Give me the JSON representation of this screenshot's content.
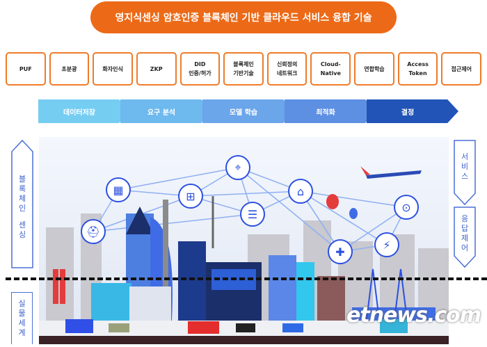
{
  "title": "영지식센싱 암호인증 블록체인 기반 클라우드 서비스 융합 기술",
  "tech_boxes": [
    {
      "line1": "PUF",
      "line2": ""
    },
    {
      "line1": "초분광",
      "line2": ""
    },
    {
      "line1": "화자인식",
      "line2": ""
    },
    {
      "line1": "ZKP",
      "line2": ""
    },
    {
      "line1": "DID",
      "line2": "인증/허가"
    },
    {
      "line1": "블록체인",
      "line2": "기반기술"
    },
    {
      "line1": "신뢰정의",
      "line2": "네트워크"
    },
    {
      "line1": "Cloud-",
      "line2": "Native"
    },
    {
      "line1": "연합학습",
      "line2": ""
    },
    {
      "line1": "Access",
      "line2": "Token"
    },
    {
      "line1": "접근제어",
      "line2": ""
    }
  ],
  "process_steps": [
    {
      "label": "데이터저장",
      "color": "#76CDF2"
    },
    {
      "label": "요구 분석",
      "color": "#6EB9EE"
    },
    {
      "label": "모델 학습",
      "color": "#6BA5EA"
    },
    {
      "label": "최적화",
      "color": "#5D8FE3"
    },
    {
      "label": "결정",
      "color": "#2254B8"
    }
  ],
  "side_labels": {
    "left_upper": [
      "블",
      "록",
      "체",
      "인",
      "",
      "센",
      "싱"
    ],
    "left_lower": [
      "실",
      "물",
      "세",
      "계"
    ],
    "right_upper": [
      "서",
      "비",
      "스"
    ],
    "right_lower": [
      "응",
      "답",
      "제",
      "어"
    ]
  },
  "network_icons": [
    "helmet-icon",
    "building-icon",
    "blocks-icon",
    "map-pin-book-icon",
    "server-icon",
    "city-icon",
    "location-pin-icon",
    "medical-kit-icon",
    "lightning-icon"
  ],
  "watermark": "etnews.com",
  "colors": {
    "accent": "#EC6A17",
    "box_border": "#EE7B2A",
    "side_label": "#3a5fc8",
    "node": "#2b4fe0"
  }
}
